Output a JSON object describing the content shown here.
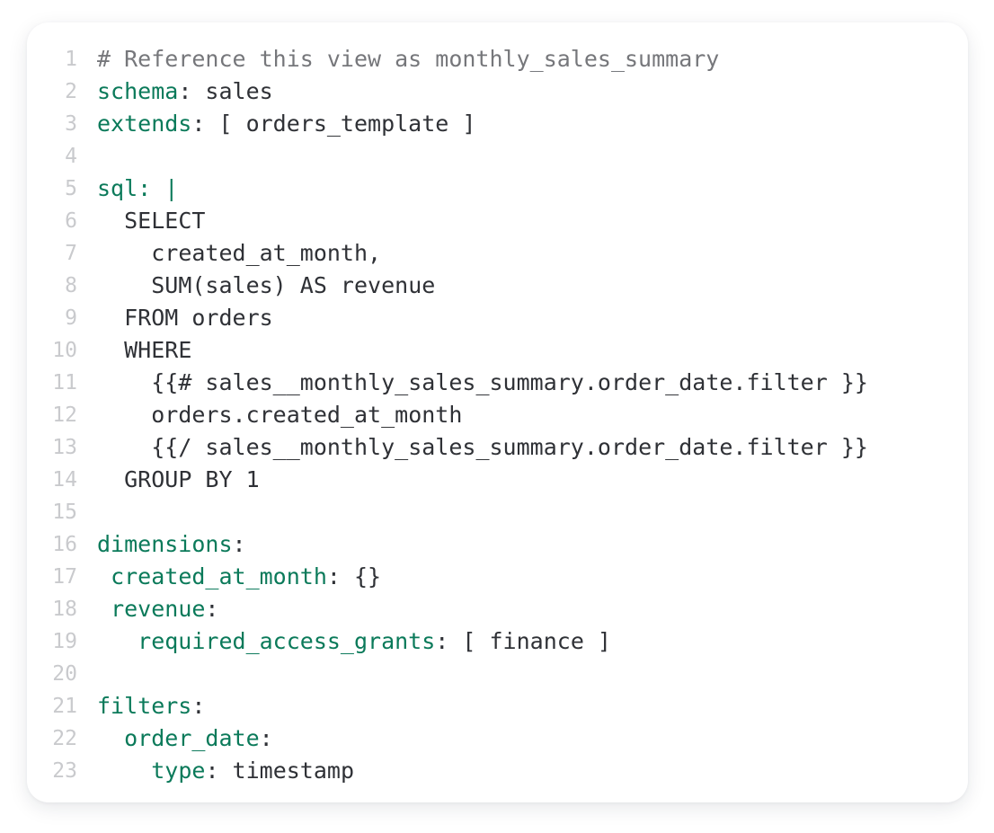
{
  "editor": {
    "theme": {
      "key_color": "#0b7a5a",
      "comment_color": "#76777b",
      "text_color": "#2f3136",
      "line_number_color": "#c9cacd",
      "background": "#ffffff"
    },
    "lines": [
      {
        "n": "1",
        "indent": "",
        "comment": "# Reference this view as monthly_sales_summary"
      },
      {
        "n": "2",
        "indent": "",
        "key": "schema",
        "sep": ": ",
        "value": "sales"
      },
      {
        "n": "3",
        "indent": "",
        "key": "extends",
        "sep": ": ",
        "value": "[ orders_template ]"
      },
      {
        "n": "4",
        "indent": ""
      },
      {
        "n": "5",
        "indent": "",
        "key": "sql: |"
      },
      {
        "n": "6",
        "indent": "  ",
        "value": "SELECT"
      },
      {
        "n": "7",
        "indent": "    ",
        "value": "created_at_month,"
      },
      {
        "n": "8",
        "indent": "    ",
        "value": "SUM(sales) AS revenue"
      },
      {
        "n": "9",
        "indent": "  ",
        "value": "FROM orders"
      },
      {
        "n": "10",
        "indent": "  ",
        "value": "WHERE"
      },
      {
        "n": "11",
        "indent": "    ",
        "value": "{{# sales__monthly_sales_summary.order_date.filter }}"
      },
      {
        "n": "12",
        "indent": "    ",
        "value": "orders.created_at_month"
      },
      {
        "n": "13",
        "indent": "    ",
        "value": "{{/ sales__monthly_sales_summary.order_date.filter }}"
      },
      {
        "n": "14",
        "indent": "  ",
        "value": "GROUP BY 1"
      },
      {
        "n": "15",
        "indent": ""
      },
      {
        "n": "16",
        "indent": "",
        "key": "dimensions",
        "sep": ":"
      },
      {
        "n": "17",
        "indent": " ",
        "key": "created_at_month",
        "sep": ": ",
        "value": "{}"
      },
      {
        "n": "18",
        "indent": " ",
        "key": "revenue",
        "sep": ":"
      },
      {
        "n": "19",
        "indent": "   ",
        "key": "required_access_grants",
        "sep": ": ",
        "value": "[ finance ]"
      },
      {
        "n": "20",
        "indent": ""
      },
      {
        "n": "21",
        "indent": "",
        "key": "filters",
        "sep": ":"
      },
      {
        "n": "22",
        "indent": "  ",
        "key": "order_date",
        "sep": ":"
      },
      {
        "n": "23",
        "indent": "    ",
        "key": "type",
        "sep": ": ",
        "value": "timestamp"
      }
    ]
  }
}
